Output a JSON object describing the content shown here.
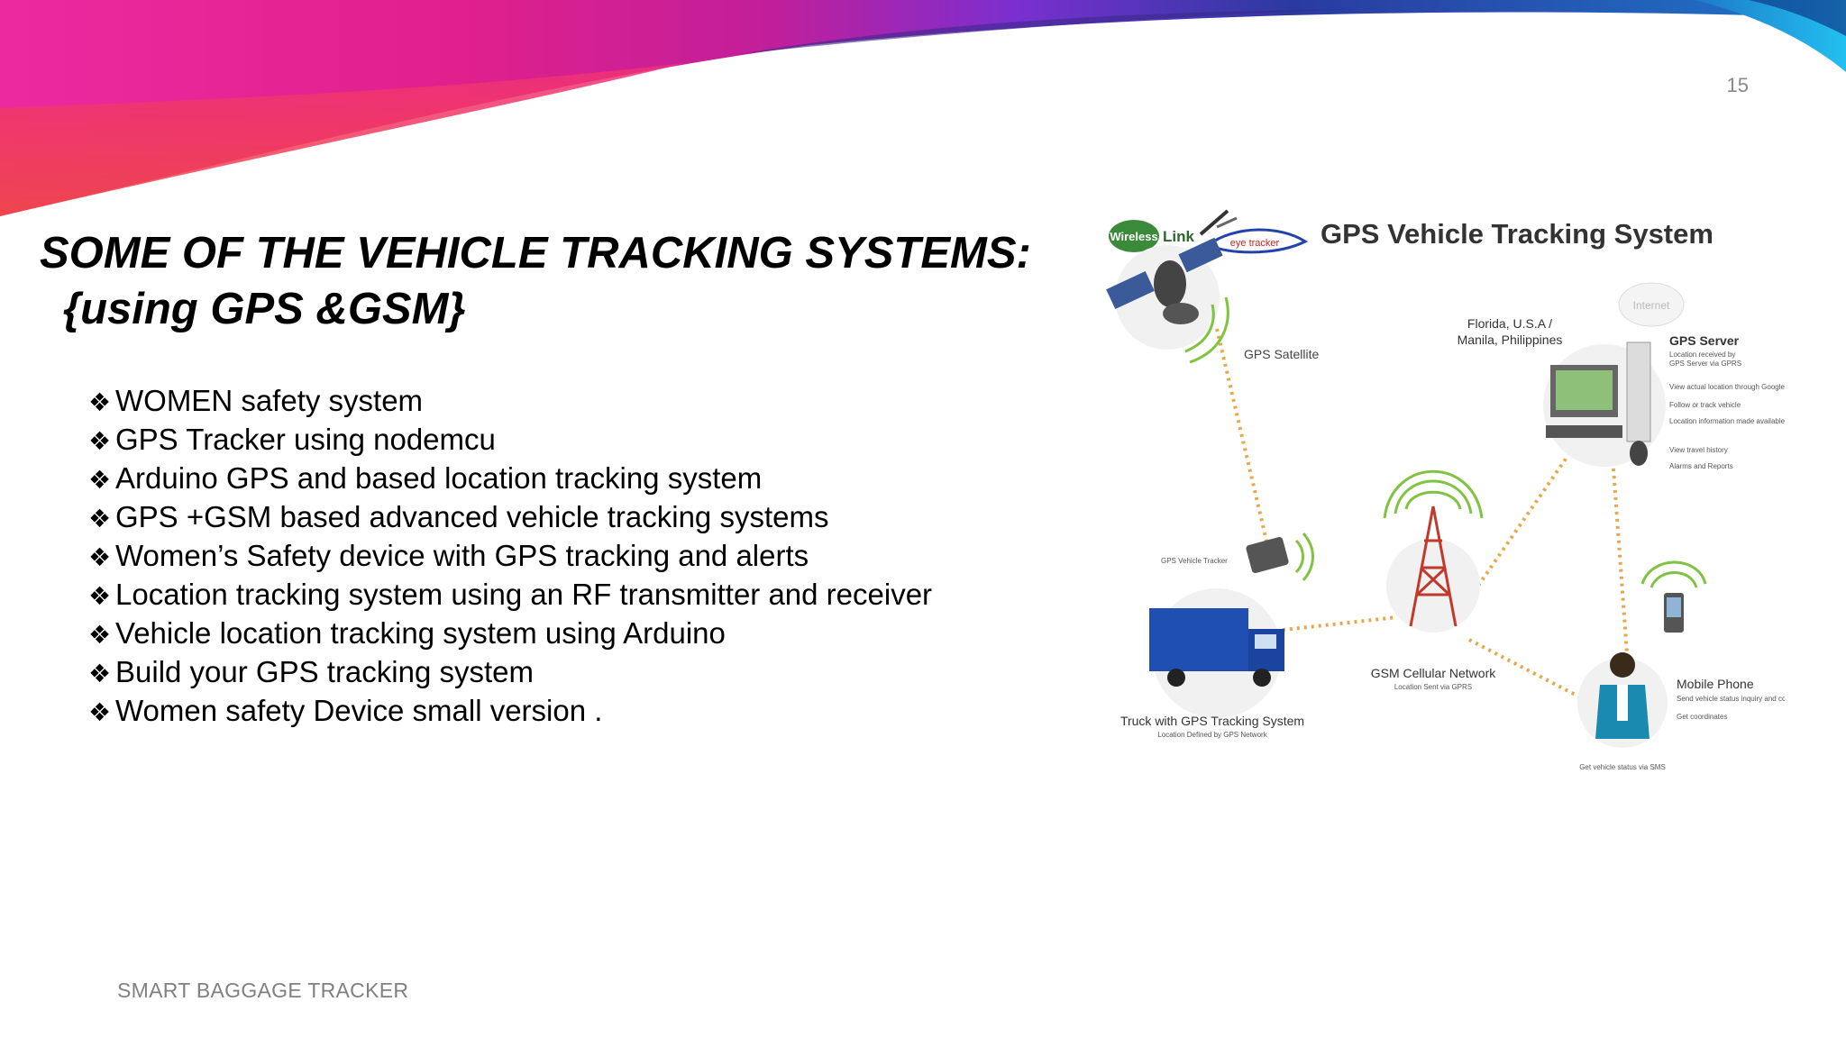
{
  "slide": {
    "number": "15",
    "title_line1": "SOME OF THE VEHICLE TRACKING SYSTEMS:",
    "title_line2": "{using GPS &GSM}",
    "footer": "SMART BAGGAGE TRACKER",
    "bullet_glyph": "❖",
    "bullets": [
      "WOMEN  safety system",
      "GPS Tracker using nodemcu",
      "Arduino GPS and based location tracking system",
      "GPS +GSM based advanced vehicle tracking systems",
      "Women’s Safety device with GPS tracking and alerts",
      "Location tracking system using an RF transmitter and receiver",
      "Vehicle location tracking system using Arduino",
      "Build your GPS tracking system",
      "Women safety Device small version ."
    ]
  },
  "diagram": {
    "logo_wireless": "Wireless",
    "logo_link": "Link",
    "logo_eye": "eye tracker",
    "heading": "GPS Vehicle Tracking System",
    "gps_satellite": "GPS Satellite",
    "location_line1": "Florida, U.S.A /",
    "location_line2": "Manila, Philippines",
    "internet": "Internet",
    "gps_server": "GPS Server",
    "server_note_1": "Location received by",
    "server_note_2": "GPS Server via GPRS",
    "server_bullets": [
      "View actual location through Google Earth",
      "Follow or track vehicle",
      "Location information made available via PC",
      "View travel history",
      "Alarms and Reports"
    ],
    "gps_vehicle_tracker": "GPS Vehicle Tracker",
    "gsm_network": "GSM Cellular Network",
    "gsm_sub": "Location Sent via GPRS",
    "truck": "Truck with GPS Tracking System",
    "truck_sub": "Location Defined by GPS Network",
    "mobile_phone": "Mobile Phone",
    "mobile_bullets": [
      "Send vehicle status inquiry and command",
      "Get coordinates"
    ],
    "sms_note": "Get vehicle status via SMS"
  },
  "colors": {
    "banner_magenta": "#e0208c",
    "banner_red": "#ef3a4e",
    "banner_purple": "#7b2fd0",
    "banner_blue": "#1e78c8",
    "banner_cyan": "#22b0e6",
    "truck_blue": "#1f4fb0",
    "link_orange": "#e8a84a",
    "signal_green": "#7fc340"
  }
}
